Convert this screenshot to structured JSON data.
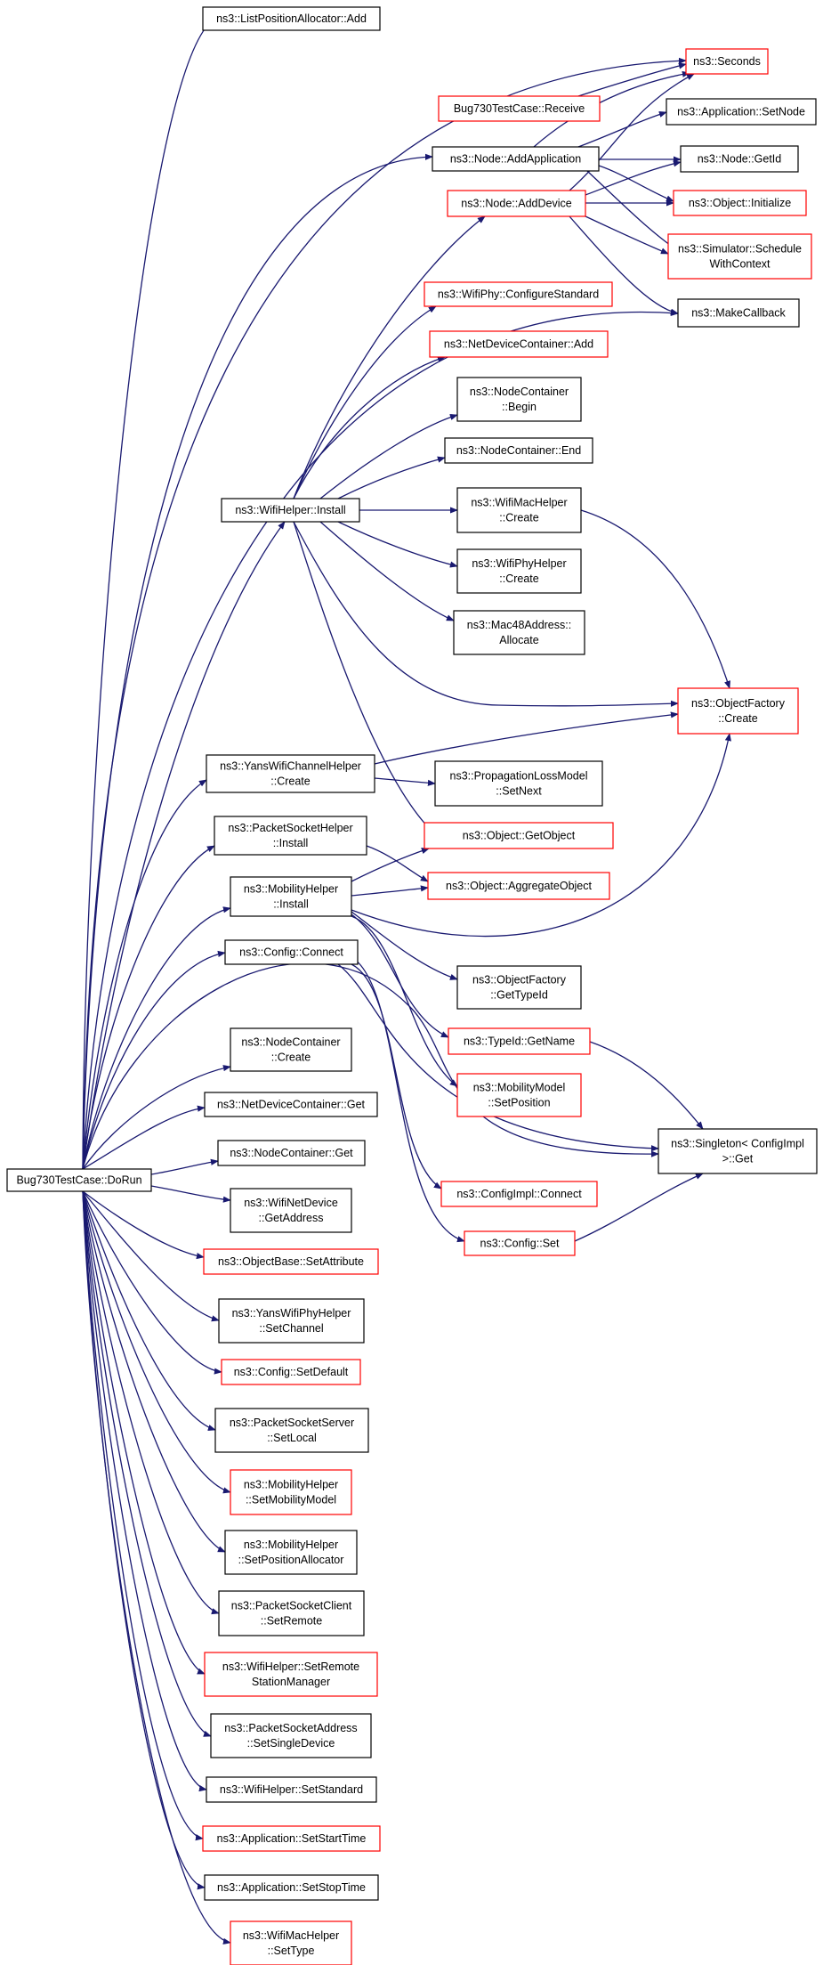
{
  "colors": {
    "edge": "#191970",
    "node_border_default": "#000000",
    "node_border_highlight": "#ff0000",
    "root_fill": "#bfbfbf"
  },
  "nodes": [
    {
      "id": "root",
      "lines": [
        "Bug730TestCase::DoRun"
      ],
      "border": "black",
      "root": true
    },
    {
      "id": "listposalloc_add",
      "lines": [
        "ns3::ListPositionAllocator::Add"
      ],
      "border": "black"
    },
    {
      "id": "seconds",
      "lines": [
        "ns3::Seconds"
      ],
      "border": "red"
    },
    {
      "id": "bug730_receive",
      "lines": [
        "Bug730TestCase::Receive"
      ],
      "border": "red"
    },
    {
      "id": "app_setnode",
      "lines": [
        "ns3::Application::SetNode"
      ],
      "border": "black"
    },
    {
      "id": "node_addapp",
      "lines": [
        "ns3::Node::AddApplication"
      ],
      "border": "black"
    },
    {
      "id": "node_getid",
      "lines": [
        "ns3::Node::GetId"
      ],
      "border": "black"
    },
    {
      "id": "node_adddevice",
      "lines": [
        "ns3::Node::AddDevice"
      ],
      "border": "red"
    },
    {
      "id": "object_initialize",
      "lines": [
        "ns3::Object::Initialize"
      ],
      "border": "red"
    },
    {
      "id": "sim_schedule",
      "lines": [
        "ns3::Simulator::Schedule",
        "WithContext"
      ],
      "border": "red"
    },
    {
      "id": "makecallback",
      "lines": [
        "ns3::MakeCallback"
      ],
      "border": "black"
    },
    {
      "id": "wifiphy_configstd",
      "lines": [
        "ns3::WifiPhy::ConfigureStandard"
      ],
      "border": "red"
    },
    {
      "id": "ndc_add",
      "lines": [
        "ns3::NetDeviceContainer::Add"
      ],
      "border": "red"
    },
    {
      "id": "nc_begin",
      "lines": [
        "ns3::NodeContainer",
        "::Begin"
      ],
      "border": "black"
    },
    {
      "id": "nc_end",
      "lines": [
        "ns3::NodeContainer::End"
      ],
      "border": "black"
    },
    {
      "id": "wifihelper_install",
      "lines": [
        "ns3::WifiHelper::Install"
      ],
      "border": "black"
    },
    {
      "id": "wifimachelper_create",
      "lines": [
        "ns3::WifiMacHelper",
        "::Create"
      ],
      "border": "black"
    },
    {
      "id": "wifiphyhelper_create",
      "lines": [
        "ns3::WifiPhyHelper",
        "::Create"
      ],
      "border": "black"
    },
    {
      "id": "mac48_allocate",
      "lines": [
        "ns3::Mac48Address::",
        "Allocate"
      ],
      "border": "black"
    },
    {
      "id": "objfactory_create",
      "lines": [
        "ns3::ObjectFactory",
        "::Create"
      ],
      "border": "red"
    },
    {
      "id": "yanschan_create",
      "lines": [
        "ns3::YansWifiChannelHelper",
        "::Create"
      ],
      "border": "black"
    },
    {
      "id": "proploss_setnext",
      "lines": [
        "ns3::PropagationLossModel",
        "::SetNext"
      ],
      "border": "black"
    },
    {
      "id": "packetsockethelper_install",
      "lines": [
        "ns3::PacketSocketHelper",
        "::Install"
      ],
      "border": "black"
    },
    {
      "id": "object_getobject",
      "lines": [
        "ns3::Object::GetObject"
      ],
      "border": "red"
    },
    {
      "id": "mobilityhelper_install",
      "lines": [
        "ns3::MobilityHelper",
        "::Install"
      ],
      "border": "black"
    },
    {
      "id": "object_aggregate",
      "lines": [
        "ns3::Object::AggregateObject"
      ],
      "border": "red"
    },
    {
      "id": "config_connect",
      "lines": [
        "ns3::Config::Connect"
      ],
      "border": "black"
    },
    {
      "id": "objfactory_gettypeid",
      "lines": [
        "ns3::ObjectFactory",
        "::GetTypeId"
      ],
      "border": "black"
    },
    {
      "id": "typeid_getname",
      "lines": [
        "ns3::TypeId::GetName"
      ],
      "border": "red"
    },
    {
      "id": "nc_create",
      "lines": [
        "ns3::NodeContainer",
        "::Create"
      ],
      "border": "black"
    },
    {
      "id": "mobmodel_setpos",
      "lines": [
        "ns3::MobilityModel",
        "::SetPosition"
      ],
      "border": "red"
    },
    {
      "id": "ndc_get",
      "lines": [
        "ns3::NetDeviceContainer::Get"
      ],
      "border": "black"
    },
    {
      "id": "singleton_get",
      "lines": [
        "ns3::Singleton< ConfigImpl",
        " >::Get"
      ],
      "border": "black"
    },
    {
      "id": "nc_get",
      "lines": [
        "ns3::NodeContainer::Get"
      ],
      "border": "black"
    },
    {
      "id": "configimpl_connect",
      "lines": [
        "ns3::ConfigImpl::Connect"
      ],
      "border": "red"
    },
    {
      "id": "wifinetdev_getaddr",
      "lines": [
        "ns3::WifiNetDevice",
        "::GetAddress"
      ],
      "border": "black"
    },
    {
      "id": "config_set",
      "lines": [
        "ns3::Config::Set"
      ],
      "border": "red"
    },
    {
      "id": "objbase_setattr",
      "lines": [
        "ns3::ObjectBase::SetAttribute"
      ],
      "border": "red"
    },
    {
      "id": "yansphy_setchannel",
      "lines": [
        "ns3::YansWifiPhyHelper",
        "::SetChannel"
      ],
      "border": "black"
    },
    {
      "id": "config_setdefault",
      "lines": [
        "ns3::Config::SetDefault"
      ],
      "border": "red"
    },
    {
      "id": "pss_setlocal",
      "lines": [
        "ns3::PacketSocketServer",
        "::SetLocal"
      ],
      "border": "black"
    },
    {
      "id": "mob_setmobmodel",
      "lines": [
        "ns3::MobilityHelper",
        "::SetMobilityModel"
      ],
      "border": "red"
    },
    {
      "id": "mob_setposalloc",
      "lines": [
        "ns3::MobilityHelper",
        "::SetPositionAllocator"
      ],
      "border": "black"
    },
    {
      "id": "psc_setremote",
      "lines": [
        "ns3::PacketSocketClient",
        "::SetRemote"
      ],
      "border": "black"
    },
    {
      "id": "wifi_setremotesm",
      "lines": [
        "ns3::WifiHelper::SetRemote",
        "StationManager"
      ],
      "border": "red"
    },
    {
      "id": "psa_setsingledev",
      "lines": [
        "ns3::PacketSocketAddress",
        "::SetSingleDevice"
      ],
      "border": "black"
    },
    {
      "id": "wifi_setstandard",
      "lines": [
        "ns3::WifiHelper::SetStandard"
      ],
      "border": "black"
    },
    {
      "id": "app_setstart",
      "lines": [
        "ns3::Application::SetStartTime"
      ],
      "border": "red"
    },
    {
      "id": "app_setstop",
      "lines": [
        "ns3::Application::SetStopTime"
      ],
      "border": "black"
    },
    {
      "id": "wifimac_settype",
      "lines": [
        "ns3::WifiMacHelper",
        "::SetType"
      ],
      "border": "red"
    }
  ]
}
